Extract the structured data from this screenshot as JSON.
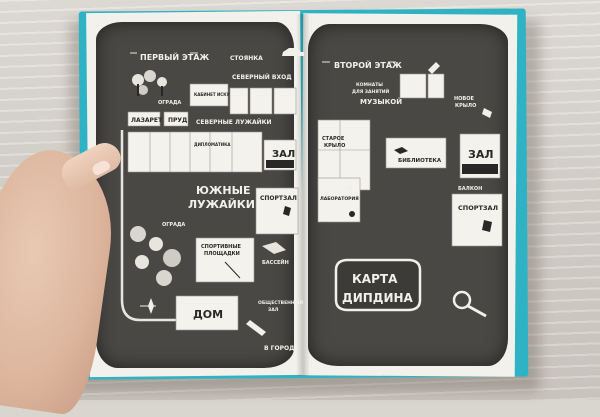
{
  "left_map": {
    "labels": {
      "floor": "ПЕРВЫЙ ЭТАЖ",
      "parking": "СТОЯНКА",
      "north_entrance": "СЕВЕРНЫЙ ВХОД",
      "infirmary": "ЛАЗАРЕТ",
      "fence": "ОГРАДА",
      "cabinet": "КАБИНЕТ ИСКУССТВ",
      "north_lawns": "СЕВЕРНЫЕ ЛУЖАЙКИ",
      "ponds": "ПРУД",
      "hall": "ЗАЛ",
      "diplomas": "ДИПЛОМАТИКА",
      "south_lawns_1": "ЮЖНЫЕ",
      "south_lawns_2": "ЛУЖАЙКИ",
      "gym": "СПОРТЗАЛ",
      "fence2": "ОГРАДА",
      "sport_grounds_1": "СПОРТИВНЫЕ",
      "sport_grounds_2": "ПЛОЩАДКИ",
      "pool": "БАССЕЙН",
      "house": "ДОМ",
      "dorm_1": "ОБЩЕСТВЕННЫЙ",
      "dorm_2": "ЗАЛ",
      "to_city_1": "В ГОРОД"
    }
  },
  "right_map": {
    "labels": {
      "floor": "ВТОРОЙ ЭТАЖ",
      "music_1": "КОМНАТЫ",
      "music_2": "ДЛЯ ЗАНЯТИЙ",
      "music_3": "МУЗЫКОЙ",
      "new_wing_1": "НОВОЕ",
      "new_wing_2": "КРЫЛО",
      "old_wing_1": "СТАРОЕ",
      "old_wing_2": "КРЫЛО",
      "library": "БИБЛИОТЕКА",
      "hall": "ЗАЛ",
      "balcony": "БАЛКОН",
      "lab": "ЛАБОРАТОРИЯ",
      "gym": "СПОРТЗАЛ",
      "title_1": "КАРТА",
      "title_2": "ДИПДИНА"
    }
  },
  "colors": {
    "cover": "#2fb3c4",
    "board": "#4a4845",
    "chalk": "#f2f0ea",
    "table": "#d9d5cf"
  }
}
